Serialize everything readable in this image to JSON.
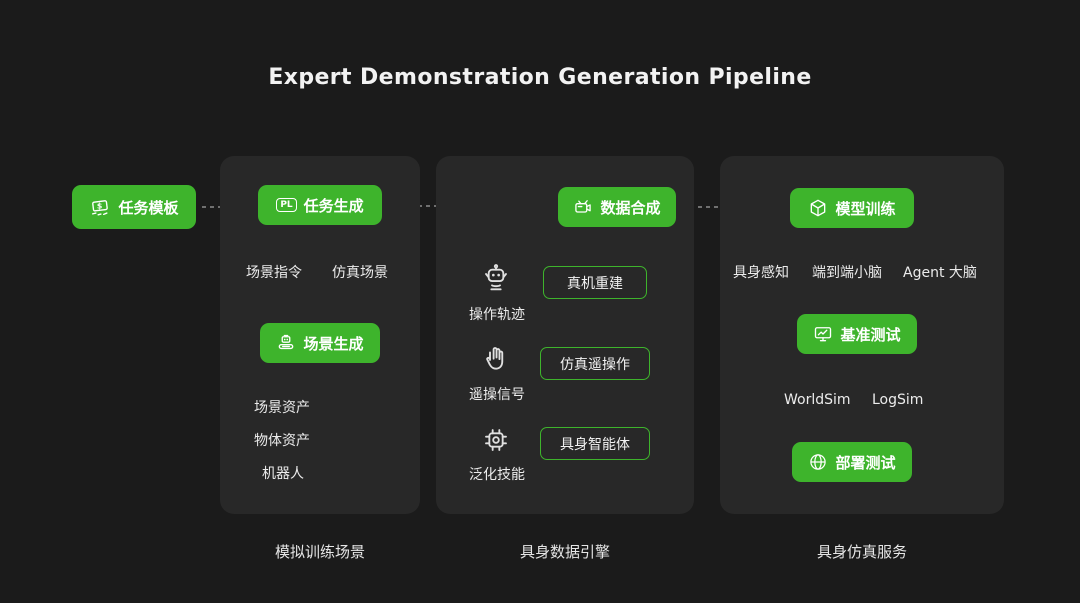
{
  "title": "Expert Demonstration Generation Pipeline",
  "colors": {
    "accent_green": "#3eb42c",
    "panel_bg": "#282828",
    "page_bg": "#1b1b1b"
  },
  "icons": {
    "pl": "PL",
    "dollar": "$"
  },
  "start": {
    "label": "任务模板"
  },
  "panel1": {
    "caption": "模拟训练场景",
    "task_gen": "任务生成",
    "scene_gen": "场景生成",
    "mid_left": "场景指令",
    "mid_right": "仿真场景",
    "assets": [
      "场景资产",
      "物体资产",
      "机器人"
    ]
  },
  "panel2": {
    "caption": "具身数据引擎",
    "data_syn": "数据合成",
    "rows": [
      {
        "box": "真机重建",
        "label": "操作轨迹"
      },
      {
        "box": "仿真遥操作",
        "label": "遥操信号"
      },
      {
        "box": "具身智能体",
        "label": "泛化技能"
      }
    ]
  },
  "panel3": {
    "caption": "具身仿真服务",
    "model_train": "模型训练",
    "benchmark": "基准测试",
    "deploy": "部署测试",
    "brains": [
      "具身感知",
      "端到端小脑",
      "Agent 大脑"
    ],
    "sims": [
      "WorldSim",
      "LogSim"
    ]
  }
}
